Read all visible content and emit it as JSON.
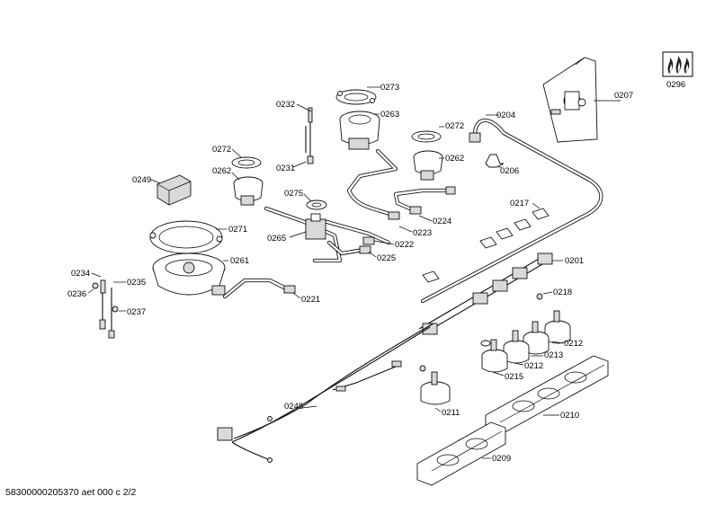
{
  "footer": {
    "document_id": "58300000205370 aet 000 c 2/2"
  },
  "labels": {
    "l0296": "0296",
    "l0207": "0207",
    "l0273": "0273",
    "l0232": "0232",
    "l0263": "0263",
    "l0204": "0204",
    "l0272a": "0272",
    "l0272b": "0272",
    "l0262a": "0262",
    "l0262b": "0262",
    "l0231": "0231",
    "l0206": "0206",
    "l0249": "0249",
    "l0275": "0275",
    "l0217": "0217",
    "l0224": "0224",
    "l0271": "0271",
    "l0265": "0265",
    "l0223": "0223",
    "l0222": "0222",
    "l0225": "0225",
    "l0261": "0261",
    "l0201": "0201",
    "l0234": "0234",
    "l0235": "0235",
    "l0236": "0236",
    "l0237": "0237",
    "l0221": "0221",
    "l0218": "0218",
    "l0212a": "0212",
    "l0212b": "0212",
    "l0213": "0213",
    "l0215": "0215",
    "l0248": "0248",
    "l0211": "0211",
    "l0210": "0210",
    "l0209": "0209"
  }
}
